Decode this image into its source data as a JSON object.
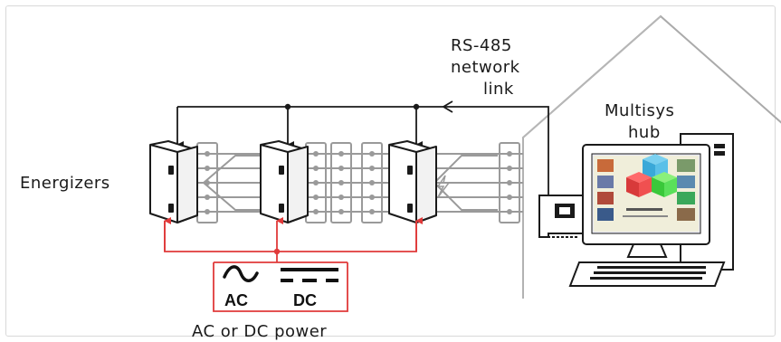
{
  "labels": {
    "rs485_line1": "RS-485",
    "rs485_line2": "network",
    "rs485_line3": "link",
    "hub_line1": "Multisys",
    "hub_line2": "hub",
    "energizers": "Energizers",
    "ac": "AC",
    "dc": "DC",
    "power": "AC or DC power"
  },
  "colors": {
    "network_line": "#1a1a1a",
    "power_line": "#e03a3a",
    "fence_wire": "#9a9a9a",
    "house_outline": "#aaaaaa"
  },
  "icons": [
    "energizer-icon",
    "fence-icon",
    "house-outline-icon",
    "computer-icon",
    "network-card-icon",
    "ac-wave-icon",
    "dc-symbol-icon",
    "lightning-icon"
  ]
}
